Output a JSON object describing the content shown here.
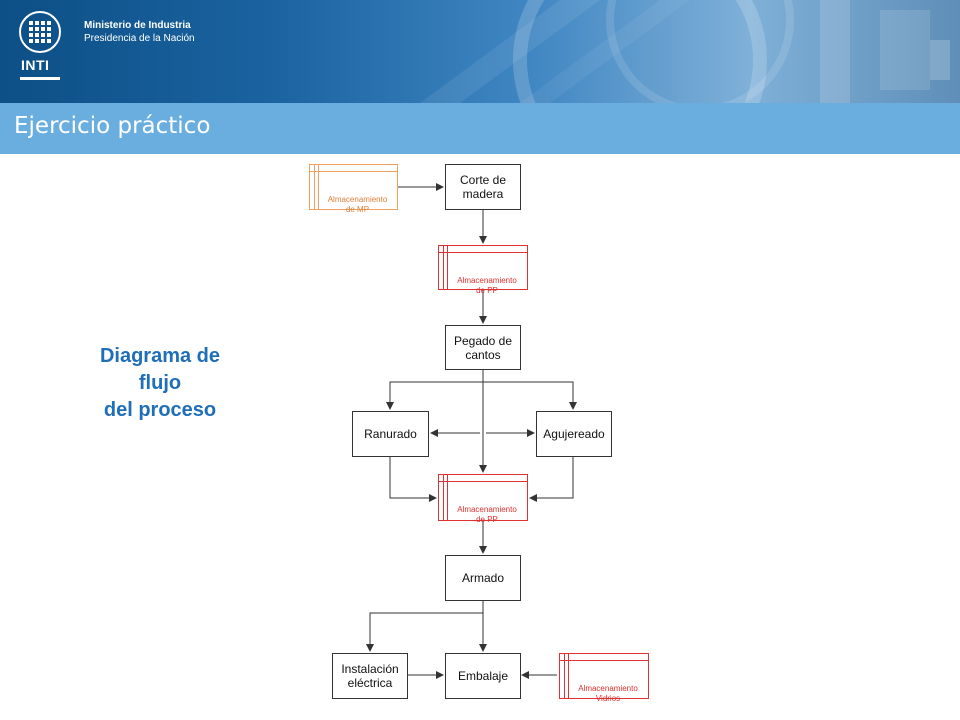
{
  "header": {
    "logo_text": "INTI",
    "ministry_line1": "Ministerio de Industria",
    "ministry_line2": "Presidencia de la Nación"
  },
  "title": "Ejercicio práctico",
  "side_label": {
    "line1": "Diagrama de",
    "line2": "flujo",
    "line3": "del proceso"
  },
  "diagram": {
    "nodes": {
      "almacenamiento_mp": "Almacenamiento\nde MP",
      "corte_madera": "Corte de\nmadera",
      "almacenamiento_pp_1": "Almacenamiento\nde PP",
      "pegado_cantos": "Pegado de\ncantos",
      "ranurado": "Ranurado",
      "agujereado": "Agujereado",
      "almacenamiento_pp_2": "Almacenamiento\nde PP",
      "armado": "Armado",
      "instalacion_electrica": "Instalación\neléctrica",
      "embalaje": "Embalaje",
      "almacenamiento_vidrios": "Almacenamiento\nVidrios"
    },
    "colors": {
      "process_border": "#333333",
      "storage_pp": "#e03030",
      "storage_mp": "#f0a060",
      "arrow": "#333333"
    }
  }
}
